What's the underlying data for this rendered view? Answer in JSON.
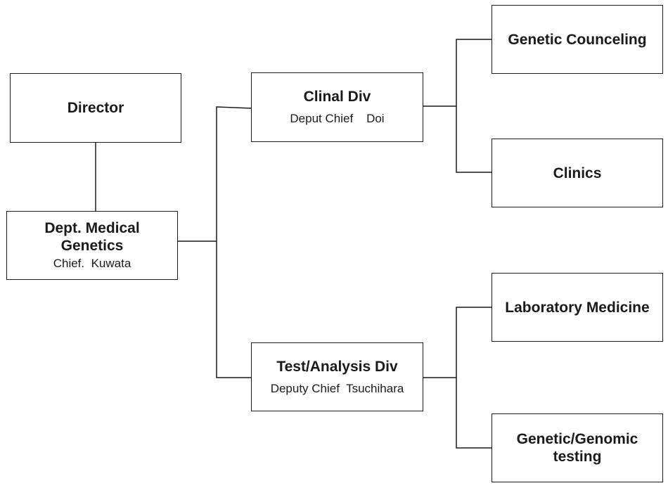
{
  "director": {
    "title": "Director"
  },
  "department": {
    "title": "Dept. Medical\nGenetics",
    "subtitle": "Chief.  Kuwata"
  },
  "clinical_div": {
    "title": "Clinal Div",
    "subtitle": "Deput Chief    Doi"
  },
  "test_div": {
    "title": "Test/Analysis Div",
    "subtitle": "Deputy Chief  Tsuchihara"
  },
  "genetic_counseling": {
    "title": "Genetic Counceling"
  },
  "clinics": {
    "title": "Clinics"
  },
  "laboratory_medicine": {
    "title": "Laboratory Medicine"
  },
  "genomic_testing": {
    "title": "Genetic/Genomic\ntesting"
  },
  "line_color": "#1a1a1a"
}
